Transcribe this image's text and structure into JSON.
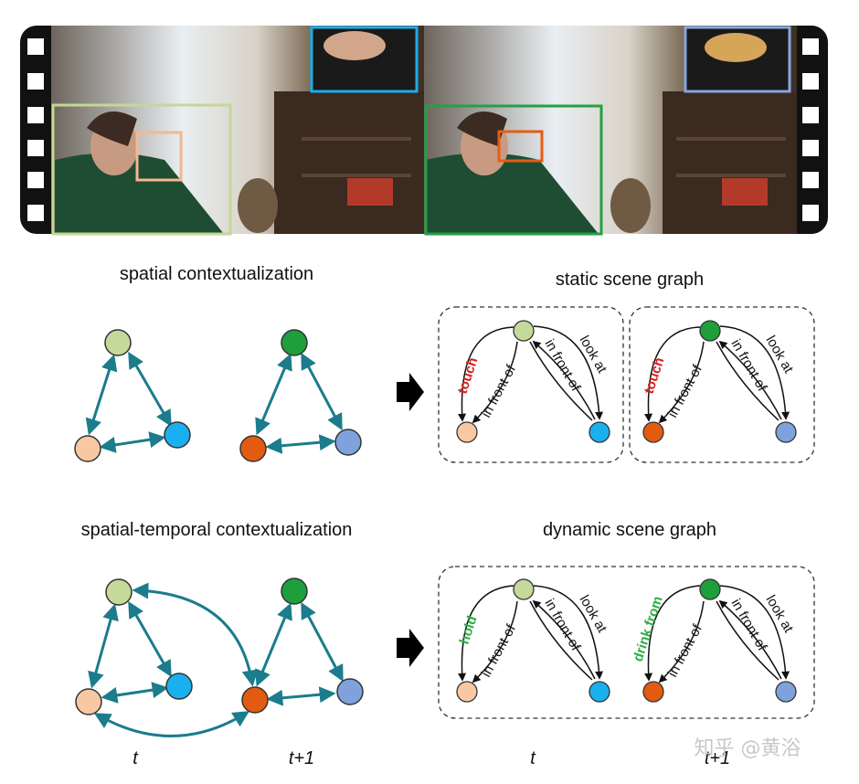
{
  "titles": {
    "spatial": "spatial contextualization",
    "static": "static scene graph",
    "spatial_temporal": "spatial-temporal contextualization",
    "dynamic": "dynamic scene graph"
  },
  "time_labels": {
    "t1": "t",
    "t2": "t+1",
    "t3": "t",
    "t4": "t+1"
  },
  "static_graph": {
    "frame_t": {
      "verb": "touch",
      "rel_mid": "in front of",
      "rel_right_inner": "in front of",
      "rel_right_outer": "look at"
    },
    "frame_t1": {
      "verb": "touch",
      "rel_mid": "in front of",
      "rel_right_inner": "in front of",
      "rel_right_outer": "look at"
    }
  },
  "dynamic_graph": {
    "frame_t": {
      "verb": "hold",
      "rel_mid": "in front of",
      "rel_right_inner": "in front of",
      "rel_right_outer": "look at"
    },
    "frame_t1": {
      "verb": "drink from",
      "rel_mid": "in front of",
      "rel_right_inner": "in front of",
      "rel_right_outer": "look at"
    }
  },
  "watermark": "知乎 @黄浴",
  "colors": {
    "person_t": "#c5d99a",
    "cup_t": "#f7c8a2",
    "tv_t": "#1ab0f0",
    "person_t1": "#1f9e3c",
    "cup_t1": "#e35b10",
    "tv_t1": "#7fa2dc",
    "edge": "#1b7c8c",
    "touch": "#d62020",
    "hold": "#2fae45",
    "drink": "#2fae45"
  }
}
